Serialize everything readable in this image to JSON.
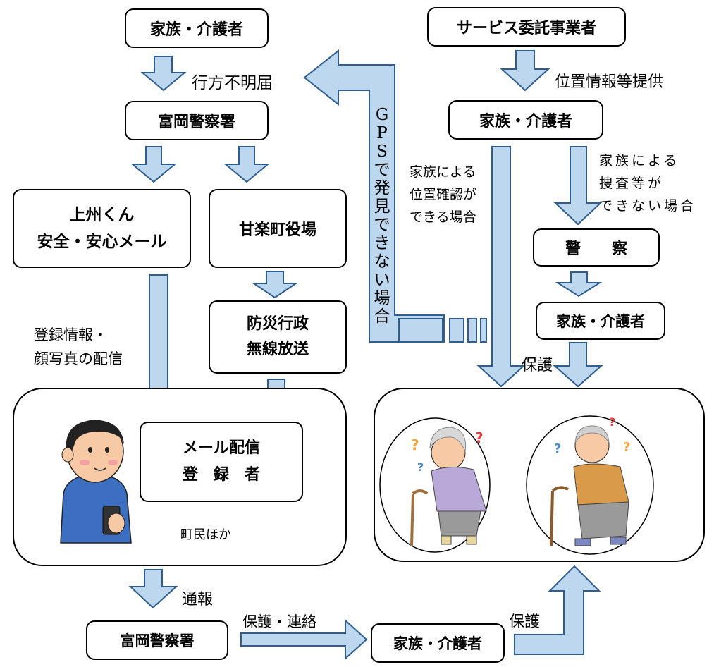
{
  "left_column": {
    "family_top": "家族・介護者",
    "missing_report_label": "行方不明届",
    "police_top": "富岡警察署",
    "mail_service": "上州くん\n安全・安心メール",
    "town_office": "甘楽町役場",
    "radio": "防災行政\n無線放送",
    "distribution_label": "登録情報・\n顔写真の配信",
    "registrants": "メール配信\n登　録　者",
    "residents_label": "町民ほか",
    "report_label": "通報",
    "police_bottom": "富岡警察署",
    "protect_contact_label": "保護・連絡",
    "family_bottom": "家族・介護者",
    "protect_bottom_label": "保護"
  },
  "right_column": {
    "service_provider": "サービス委託事業者",
    "location_info_label": "位置情報等提供",
    "family_right": "家族・介護者",
    "can_confirm_label": "家族による\n位置確認が\nできる場合",
    "cannot_search_label": "家族による\n捜査等が\nできない場合",
    "police": "警　　察",
    "family_after_police": "家族・介護者",
    "protect_label": "保護"
  },
  "gps_label": "GPSで発見できない場合",
  "icons": {
    "person": "man-with-phone-icon",
    "elderly_woman": "elderly-woman-with-cane-icon",
    "elderly_man": "elderly-man-with-cane-icon",
    "question_mark": "question-mark-icon"
  },
  "colors": {
    "arrow_fill": "#bdd7ee",
    "arrow_stroke": "#2e5d8e"
  }
}
